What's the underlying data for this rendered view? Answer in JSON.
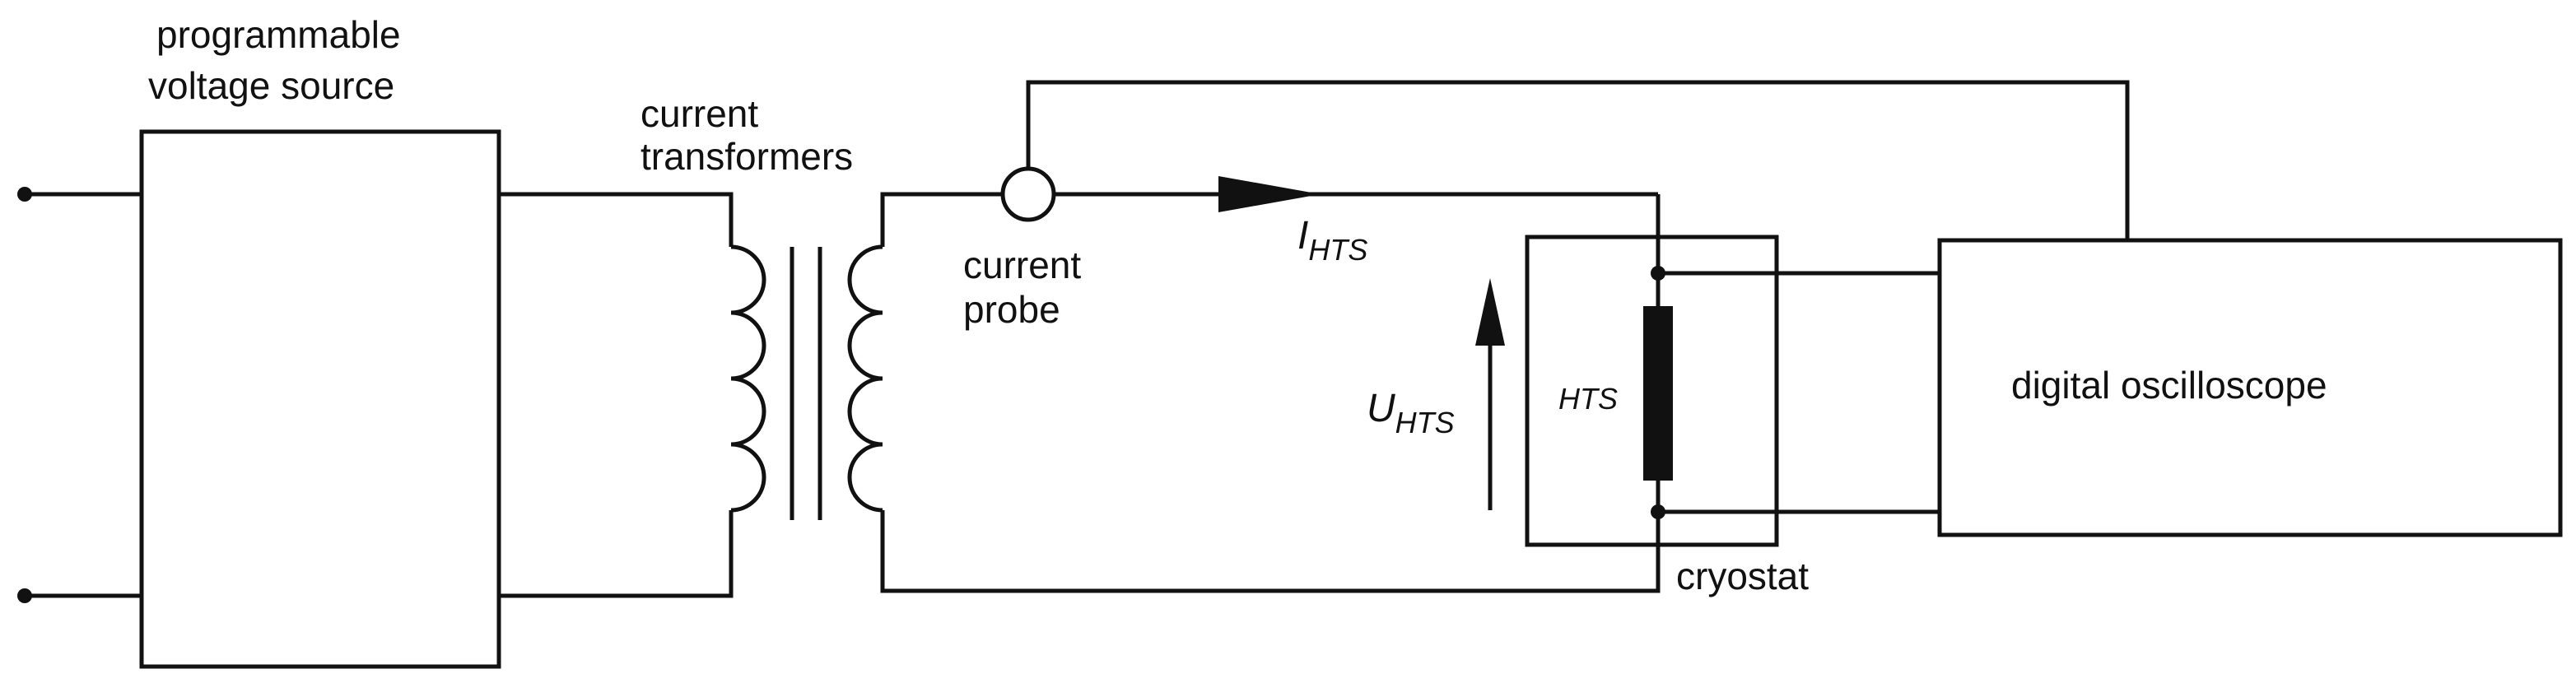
{
  "labels": {
    "source_line1": "programmable",
    "source_line2": "voltage source",
    "transformer_line1": "current",
    "transformer_line2": "transformers",
    "probe_line1": "current",
    "probe_line2": "probe",
    "current_main": "I",
    "current_sub": "HTS",
    "voltage_main": "U",
    "voltage_sub": "HTS",
    "sample": "HTS",
    "cryostat": "cryostat",
    "oscilloscope": "digital oscilloscope"
  }
}
